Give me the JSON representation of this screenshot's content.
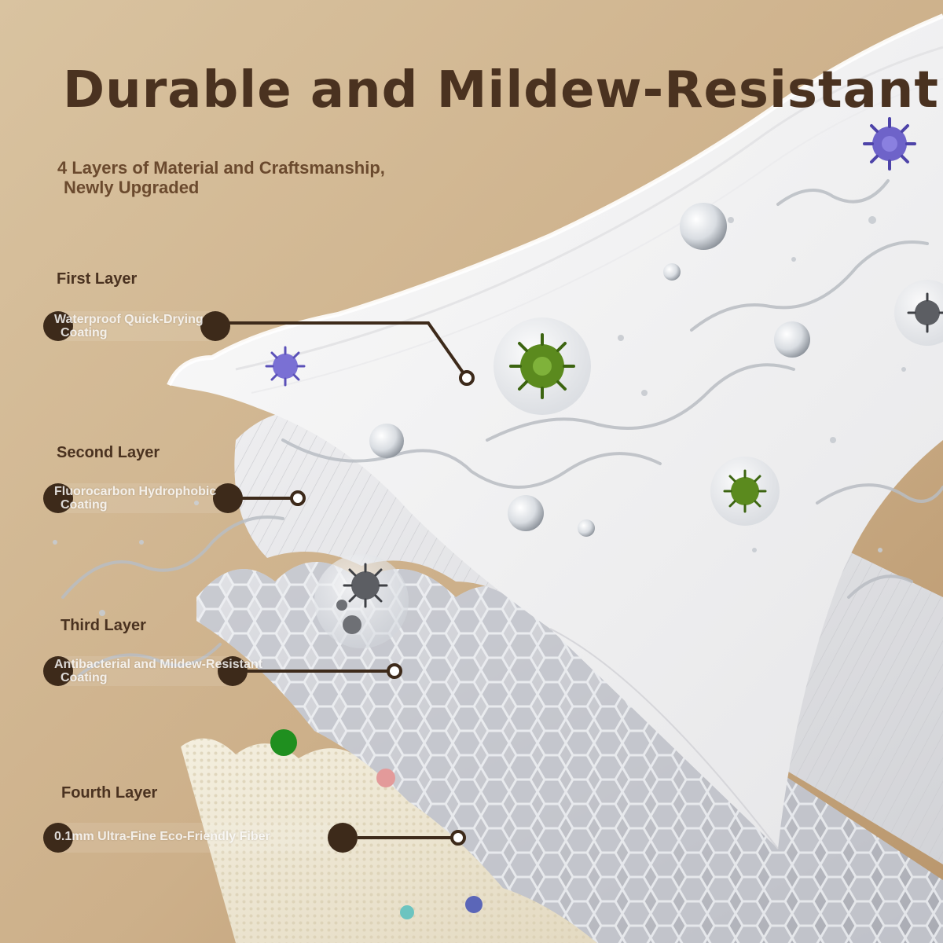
{
  "title": "Durable and Mildew-Resistant",
  "subtitle": [
    "4 Layers of Material and Craftsmanship,",
    "Newly Upgraded"
  ],
  "layers": [
    {
      "name": "First Layer",
      "description": [
        "Waterproof Quick-Drying",
        "Coating"
      ]
    },
    {
      "name": "Second Layer",
      "description": [
        "Fluorocarbon Hydrophobic",
        "Coating"
      ]
    },
    {
      "name": "Third Layer",
      "description": [
        "Antibacterial and Mildew-Resistant",
        "Coating"
      ]
    },
    {
      "name": "Fourth Layer",
      "description": [
        "0.1mm Ultra-Fine Eco-Friendly Fiber"
      ]
    }
  ],
  "colors": {
    "title": "#4a3220",
    "subtitle": "#6b4a2e",
    "background": "#cdb08a",
    "connector": "#3d2a1a",
    "virus_purple": "#6e63c9",
    "virus_green": "#5b8a1e",
    "dot_green": "#1f8f1f",
    "dot_pink": "#e39a9a",
    "dot_teal": "#6cc4c0",
    "dot_blue": "#5b66b8"
  }
}
